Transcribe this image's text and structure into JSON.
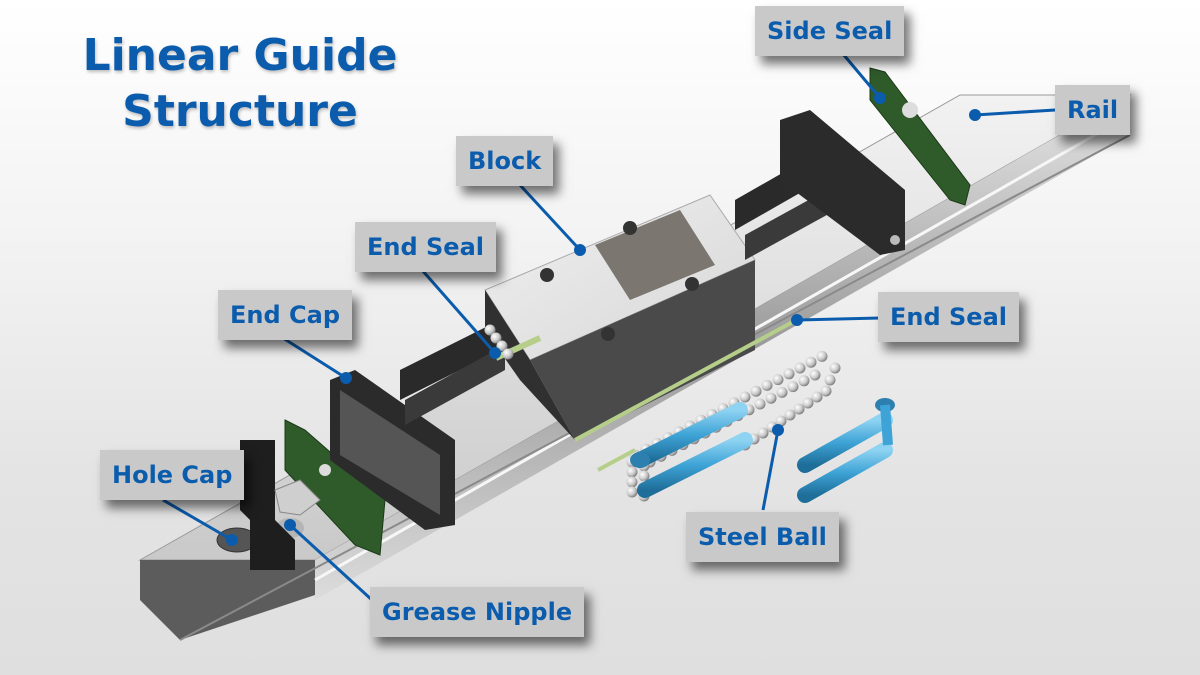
{
  "title": {
    "line1": "Linear Guide",
    "line2": "Structure"
  },
  "colors": {
    "title_text": "#0b5cad",
    "label_text": "#0b5cad",
    "label_bg": "#c9c9c9",
    "leader_line": "#0b5cad",
    "seal_green": "#2f5a2a",
    "retainer_blue": "#3ea3d6",
    "end_cap_black": "#2a2a2a",
    "rail_silver": "#c8c8c8"
  },
  "labels": {
    "side_seal": "Side Seal",
    "rail": "Rail",
    "block": "Block",
    "end_seal_upper": "End Seal",
    "end_cap": "End Cap",
    "end_seal_right": "End Seal",
    "hole_cap": "Hole Cap",
    "grease_nipple": "Grease Nipple",
    "steel_ball": "Steel Ball"
  }
}
